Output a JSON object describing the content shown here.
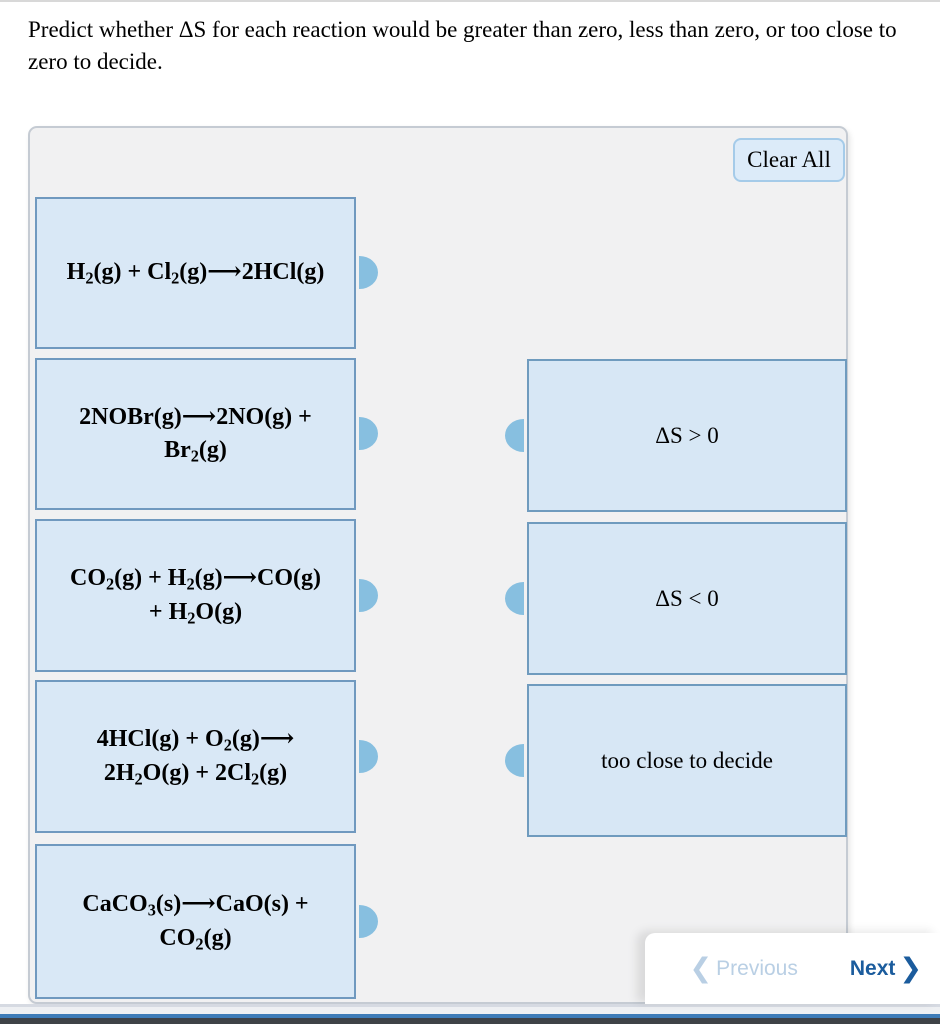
{
  "page": {
    "instructions": "Predict whether ΔS for each reaction would be greater than zero, less than zero, or too close to zero to decide."
  },
  "panel": {
    "clear_all_label": "Clear All"
  },
  "cards": [
    {
      "lines": [
        "H_2(g) + Cl_2(g)⟶2HCl(g)"
      ]
    },
    {
      "lines": [
        "2NOBr(g)⟶2NO(g) +",
        "Br_2(g)"
      ]
    },
    {
      "lines": [
        "CO_2(g) + H_2(g)⟶CO(g)",
        "+ H_2O(g)"
      ]
    },
    {
      "lines": [
        "4HCl(g) + O_2(g)⟶",
        "2H_2O(g) + 2Cl_2(g)"
      ]
    },
    {
      "lines": [
        "CaCO_3(s)⟶CaO(s) +",
        "CO_2(g)"
      ]
    }
  ],
  "targets": [
    {
      "label": "ΔS > 0"
    },
    {
      "label": "ΔS < 0"
    },
    {
      "label": "too close to decide"
    }
  ],
  "footer": {
    "previous_label": "Previous",
    "previous_chevron": "❮",
    "next_label": "Next",
    "next_chevron": "❯"
  },
  "colors": {
    "card_fill": "#d9e8f6",
    "card_border": "#7099bf",
    "knob": "#87bfe0",
    "panel_fill": "#f1f1f2",
    "clear_all_fill": "#dcebf9",
    "clear_all_border": "#a5cbe9",
    "previous_disabled": "#b9cfe4",
    "next_active": "#1b5c9d",
    "bottom_bar_blue": "#3e7cb8",
    "bottom_bar_dark": "#3e4247"
  }
}
